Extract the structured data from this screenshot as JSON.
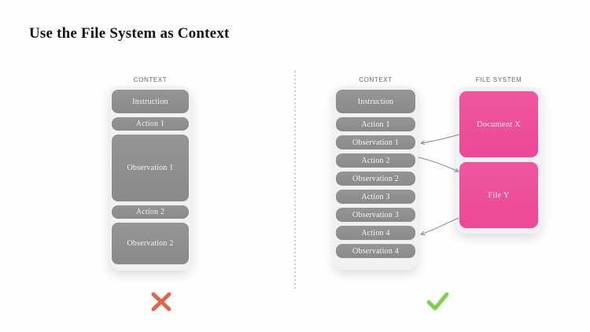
{
  "title": "Use the File System as Context",
  "left_diagram": {
    "column_label": "CONTEXT",
    "boxes": [
      {
        "label": "Instruction"
      },
      {
        "label": "Action 1"
      },
      {
        "label": "Observation 1"
      },
      {
        "label": "Action 2"
      },
      {
        "label": "Observation 2"
      }
    ],
    "verdict_icon": "red-cross"
  },
  "right_diagram": {
    "context_column_label": "CONTEXT",
    "file_system_column_label": "FILE SYSTEM",
    "context_boxes": [
      {
        "label": "Instruction"
      },
      {
        "label": "Action 1"
      },
      {
        "label": "Observation 1"
      },
      {
        "label": "Action 2"
      },
      {
        "label": "Observation 2"
      },
      {
        "label": "Action 3"
      },
      {
        "label": "Observation 3"
      },
      {
        "label": "Action 4"
      },
      {
        "label": "Observation 4"
      }
    ],
    "file_system_boxes": [
      {
        "label": "Document X"
      },
      {
        "label": "File Y"
      }
    ],
    "connections": [
      {
        "from": "Document X",
        "to": "Observation 1"
      },
      {
        "from": "Action 2",
        "to": "File Y"
      },
      {
        "from": "File Y",
        "to": "Action 4"
      }
    ],
    "verdict_icon": "green-check"
  },
  "colors": {
    "box_gray": "#8e8e8e",
    "box_pink": "#ee4d9b",
    "cross_red": "#e0654e",
    "check_green": "#7cd34a",
    "arrow_gray": "#8a8a8a",
    "divider_gray": "#cccccc"
  }
}
